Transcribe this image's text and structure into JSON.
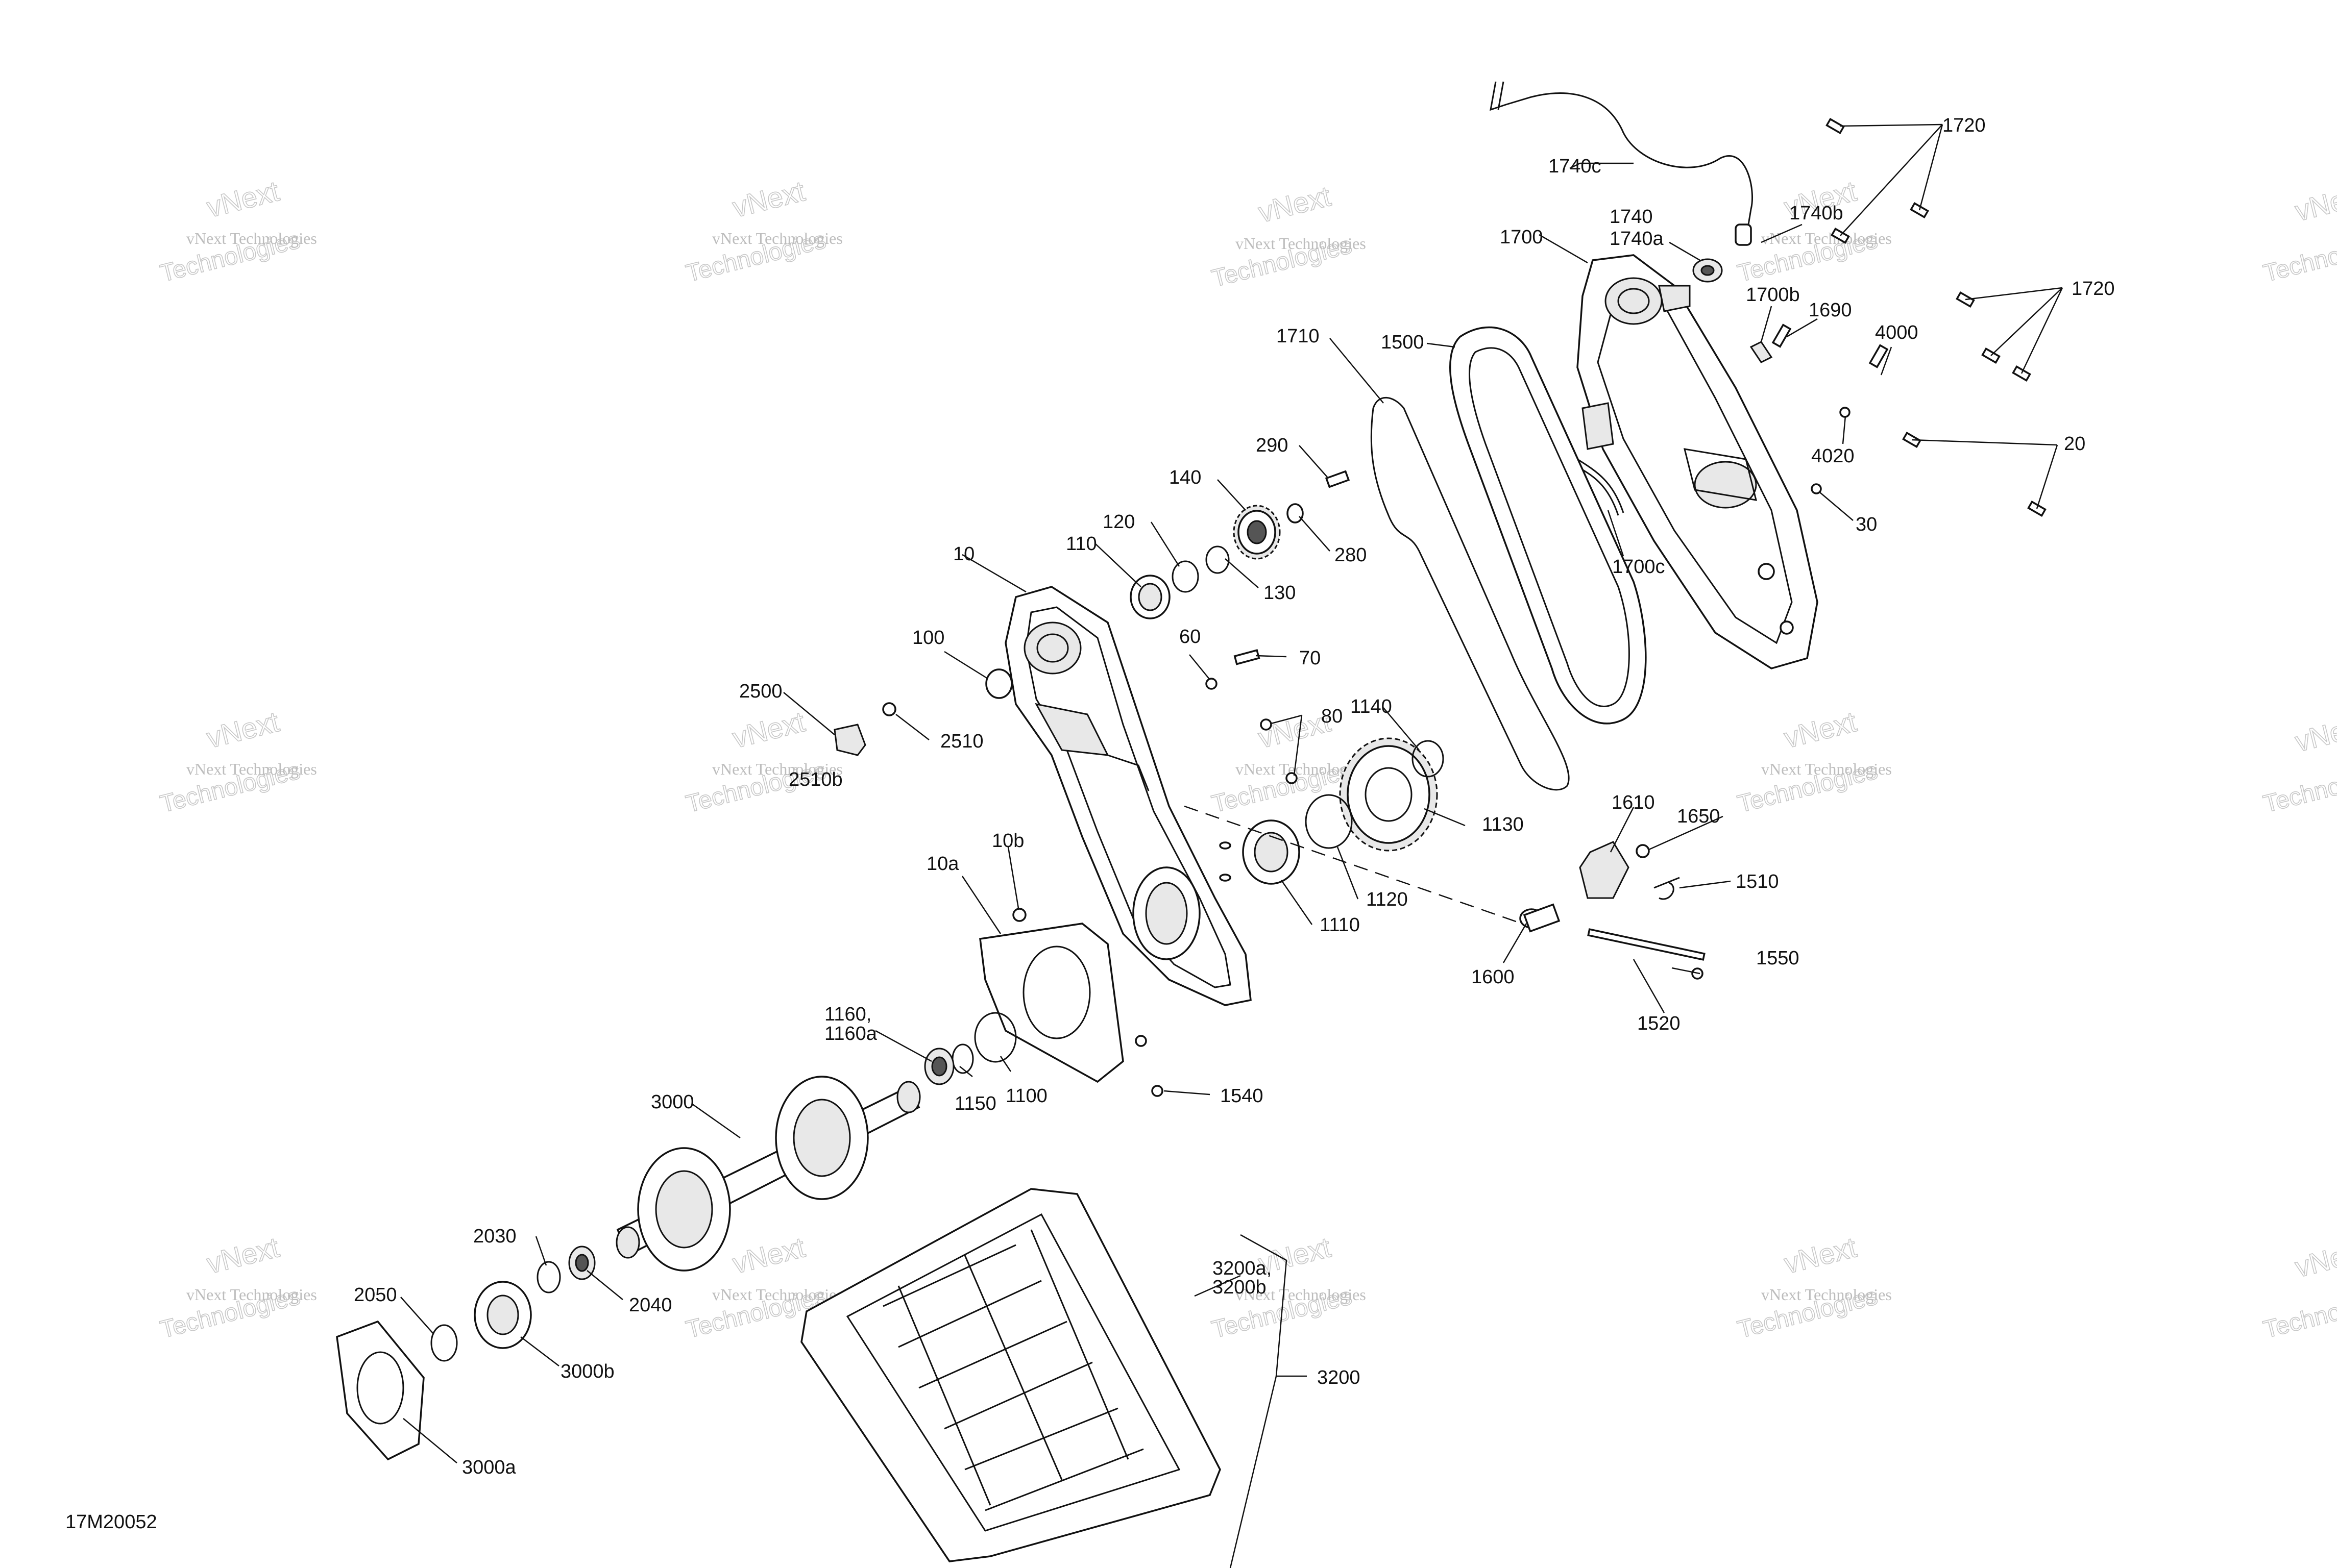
{
  "diagram_id": "17M20052",
  "watermark": {
    "line1": "vNext Technologies",
    "line2": "vNext",
    "line3": "Technologies"
  },
  "callouts": {
    "c10": "10",
    "c10a": "10a",
    "c10b": "10b",
    "c20": "20",
    "c30": "30",
    "c60": "60",
    "c70": "70",
    "c80": "80",
    "c100": "100",
    "c110": "110",
    "c120": "120",
    "c130": "130",
    "c140": "140",
    "c280": "280",
    "c290": "290",
    "c1100": "1100",
    "c1110": "1110",
    "c1120": "1120",
    "c1130": "1130",
    "c1140": "1140",
    "c1150": "1150",
    "c1160": "1160,",
    "c1160a": "1160a",
    "c1500": "1500",
    "c1510": "1510",
    "c1520": "1520",
    "c1540": "1540",
    "c1550": "1550",
    "c1600": "1600",
    "c1610": "1610",
    "c1650": "1650",
    "c1690": "1690",
    "c1700": "1700",
    "c1700b": "1700b",
    "c1700c": "1700c",
    "c1710": "1710",
    "c1720a": "1720",
    "c1720b": "1720",
    "c1740": "1740",
    "c1740a": "1740a",
    "c1740b": "1740b",
    "c1740c": "1740c",
    "c2030": "2030",
    "c2040": "2040",
    "c2050": "2050",
    "c2500": "2500",
    "c2510": "2510",
    "c2510b": "2510b",
    "c3000": "3000",
    "c3000a": "3000a",
    "c3000b": "3000b",
    "c3200": "3200",
    "c3200a": "3200a,",
    "c3200b": "3200b",
    "c4000": "4000",
    "c4020": "4020"
  }
}
